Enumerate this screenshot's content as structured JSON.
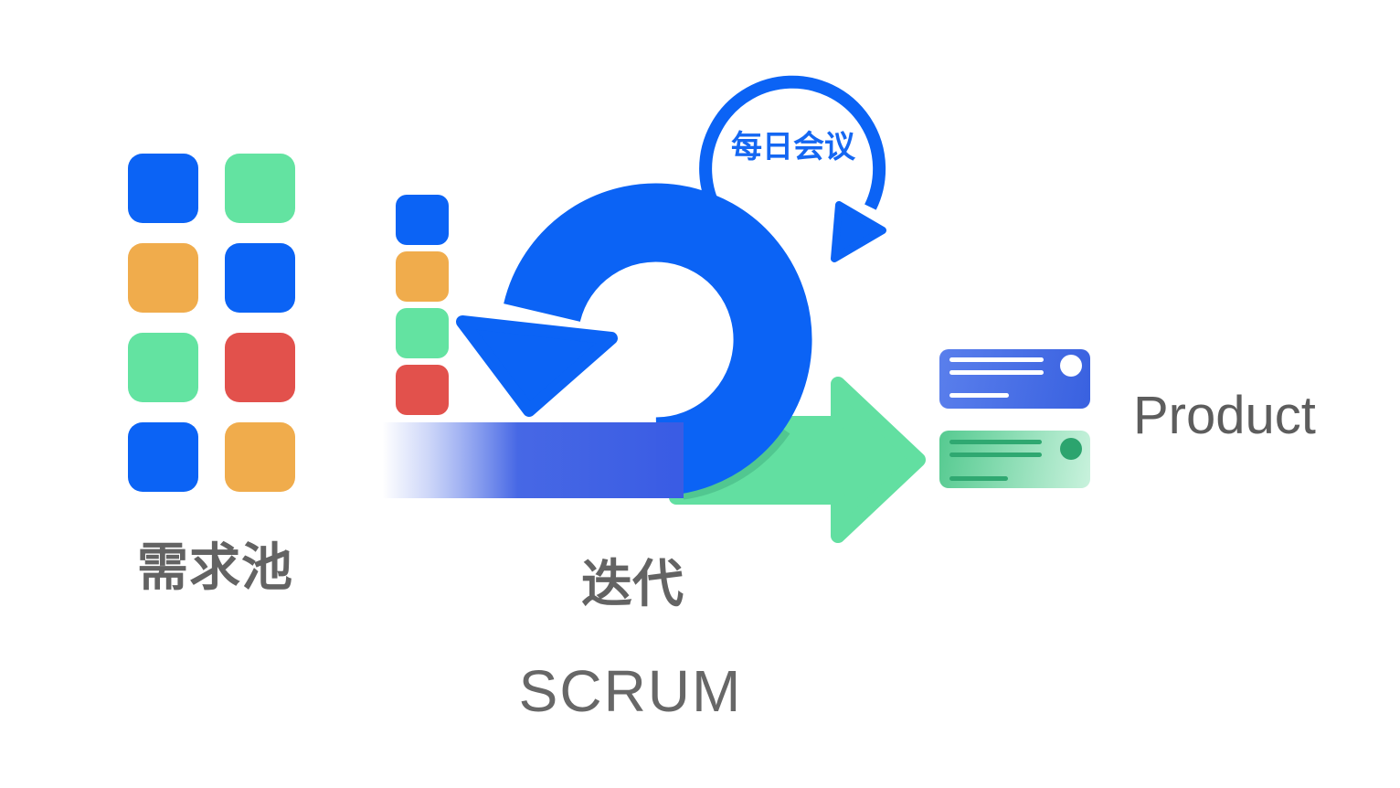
{
  "page": {
    "background": "#ffffff"
  },
  "colors": {
    "blue": "#0B63F5",
    "green": "#63E3A1",
    "orange": "#F0AC4C",
    "red": "#E2514C",
    "bar_blue": "#3E60E5",
    "arrow_green": "#62DFA1",
    "shadow_green": "#3EAA7D",
    "text_gray": "#636363",
    "title_gray": "#676767",
    "product_gray": "#5D5D5D",
    "meeting_text_blue": "#1467F2",
    "card_blue_start": "#5A7FEC",
    "card_blue_end": "#3961E0",
    "card_green_start": "#55CA90",
    "card_green_end": "#C9F2DD",
    "card_green_line": "#2FA871",
    "card_green_dot": "#2CA46E"
  },
  "backlog": {
    "label": "需求池",
    "grid": [
      [
        "blue",
        "green"
      ],
      [
        "orange",
        "blue"
      ],
      [
        "green",
        "red"
      ],
      [
        "blue",
        "orange"
      ]
    ]
  },
  "sprint_queue": {
    "items": [
      "blue",
      "orange",
      "green",
      "red"
    ]
  },
  "iteration": {
    "label": "迭代",
    "daily_meeting_label": "每日会议"
  },
  "output": {
    "label": "Product",
    "cards": [
      {
        "variant": "blue",
        "lines": 3,
        "has_dot": true
      },
      {
        "variant": "green",
        "lines": 3,
        "has_dot": true
      }
    ]
  },
  "footer": {
    "title": "SCRUM"
  },
  "icons": {
    "loop": "sprint-loop-arrow-icon",
    "meeting": "daily-meeting-loop-icon",
    "output": "right-arrow-icon"
  }
}
